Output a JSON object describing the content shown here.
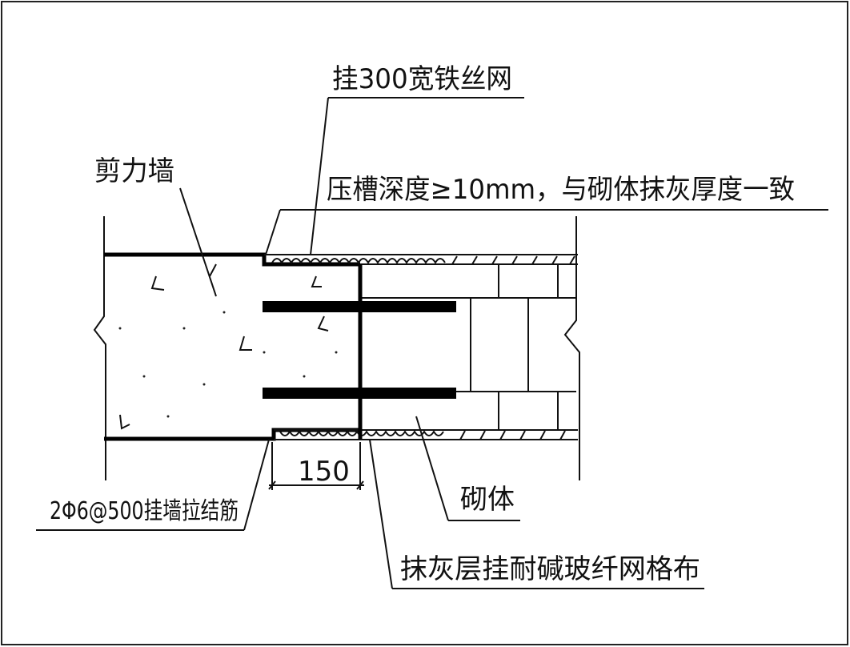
{
  "labels": {
    "wire_mesh": "挂300宽铁丝网",
    "shear_wall": "剪力墙",
    "groove": "压槽深度≥10mm，与砌体抹灰厚度一致",
    "tie_bars": "2Φ6@500挂墙拉结筋",
    "masonry": "砌体",
    "fiberglass_mesh": "抹灰层挂耐碱玻纤网格布"
  },
  "dimension": {
    "width": "150"
  }
}
